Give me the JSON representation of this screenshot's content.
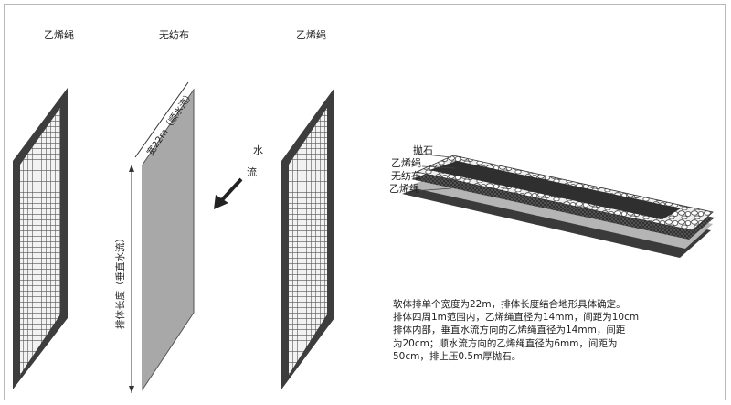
{
  "titles": {
    "left": "乙烯绳",
    "middle": "无纺布",
    "right": "乙烯绳"
  },
  "fabric": {
    "width_label": "宽22m（顺水流）",
    "length_label": "排体长度（垂直水流）"
  },
  "flow": {
    "char1": "水",
    "char2": "流"
  },
  "layers": {
    "stone": "抛石",
    "rope_top": "乙烯绳",
    "fabric": "无纺布",
    "rope_bottom": "乙烯绳"
  },
  "description": [
    "软体排单个宽度为22m，排体长度结合地形具体确定。",
    "排体四周1m范围内，乙烯绳直径为14mm，间距为10cm",
    "排体内部，垂直水流方向的乙烯绳直径为14mm，间距",
    "为20cm；顺水流方向的乙烯绳直径为6mm，间距为",
    "50cm，排上压0.5m厚抛石。"
  ]
}
